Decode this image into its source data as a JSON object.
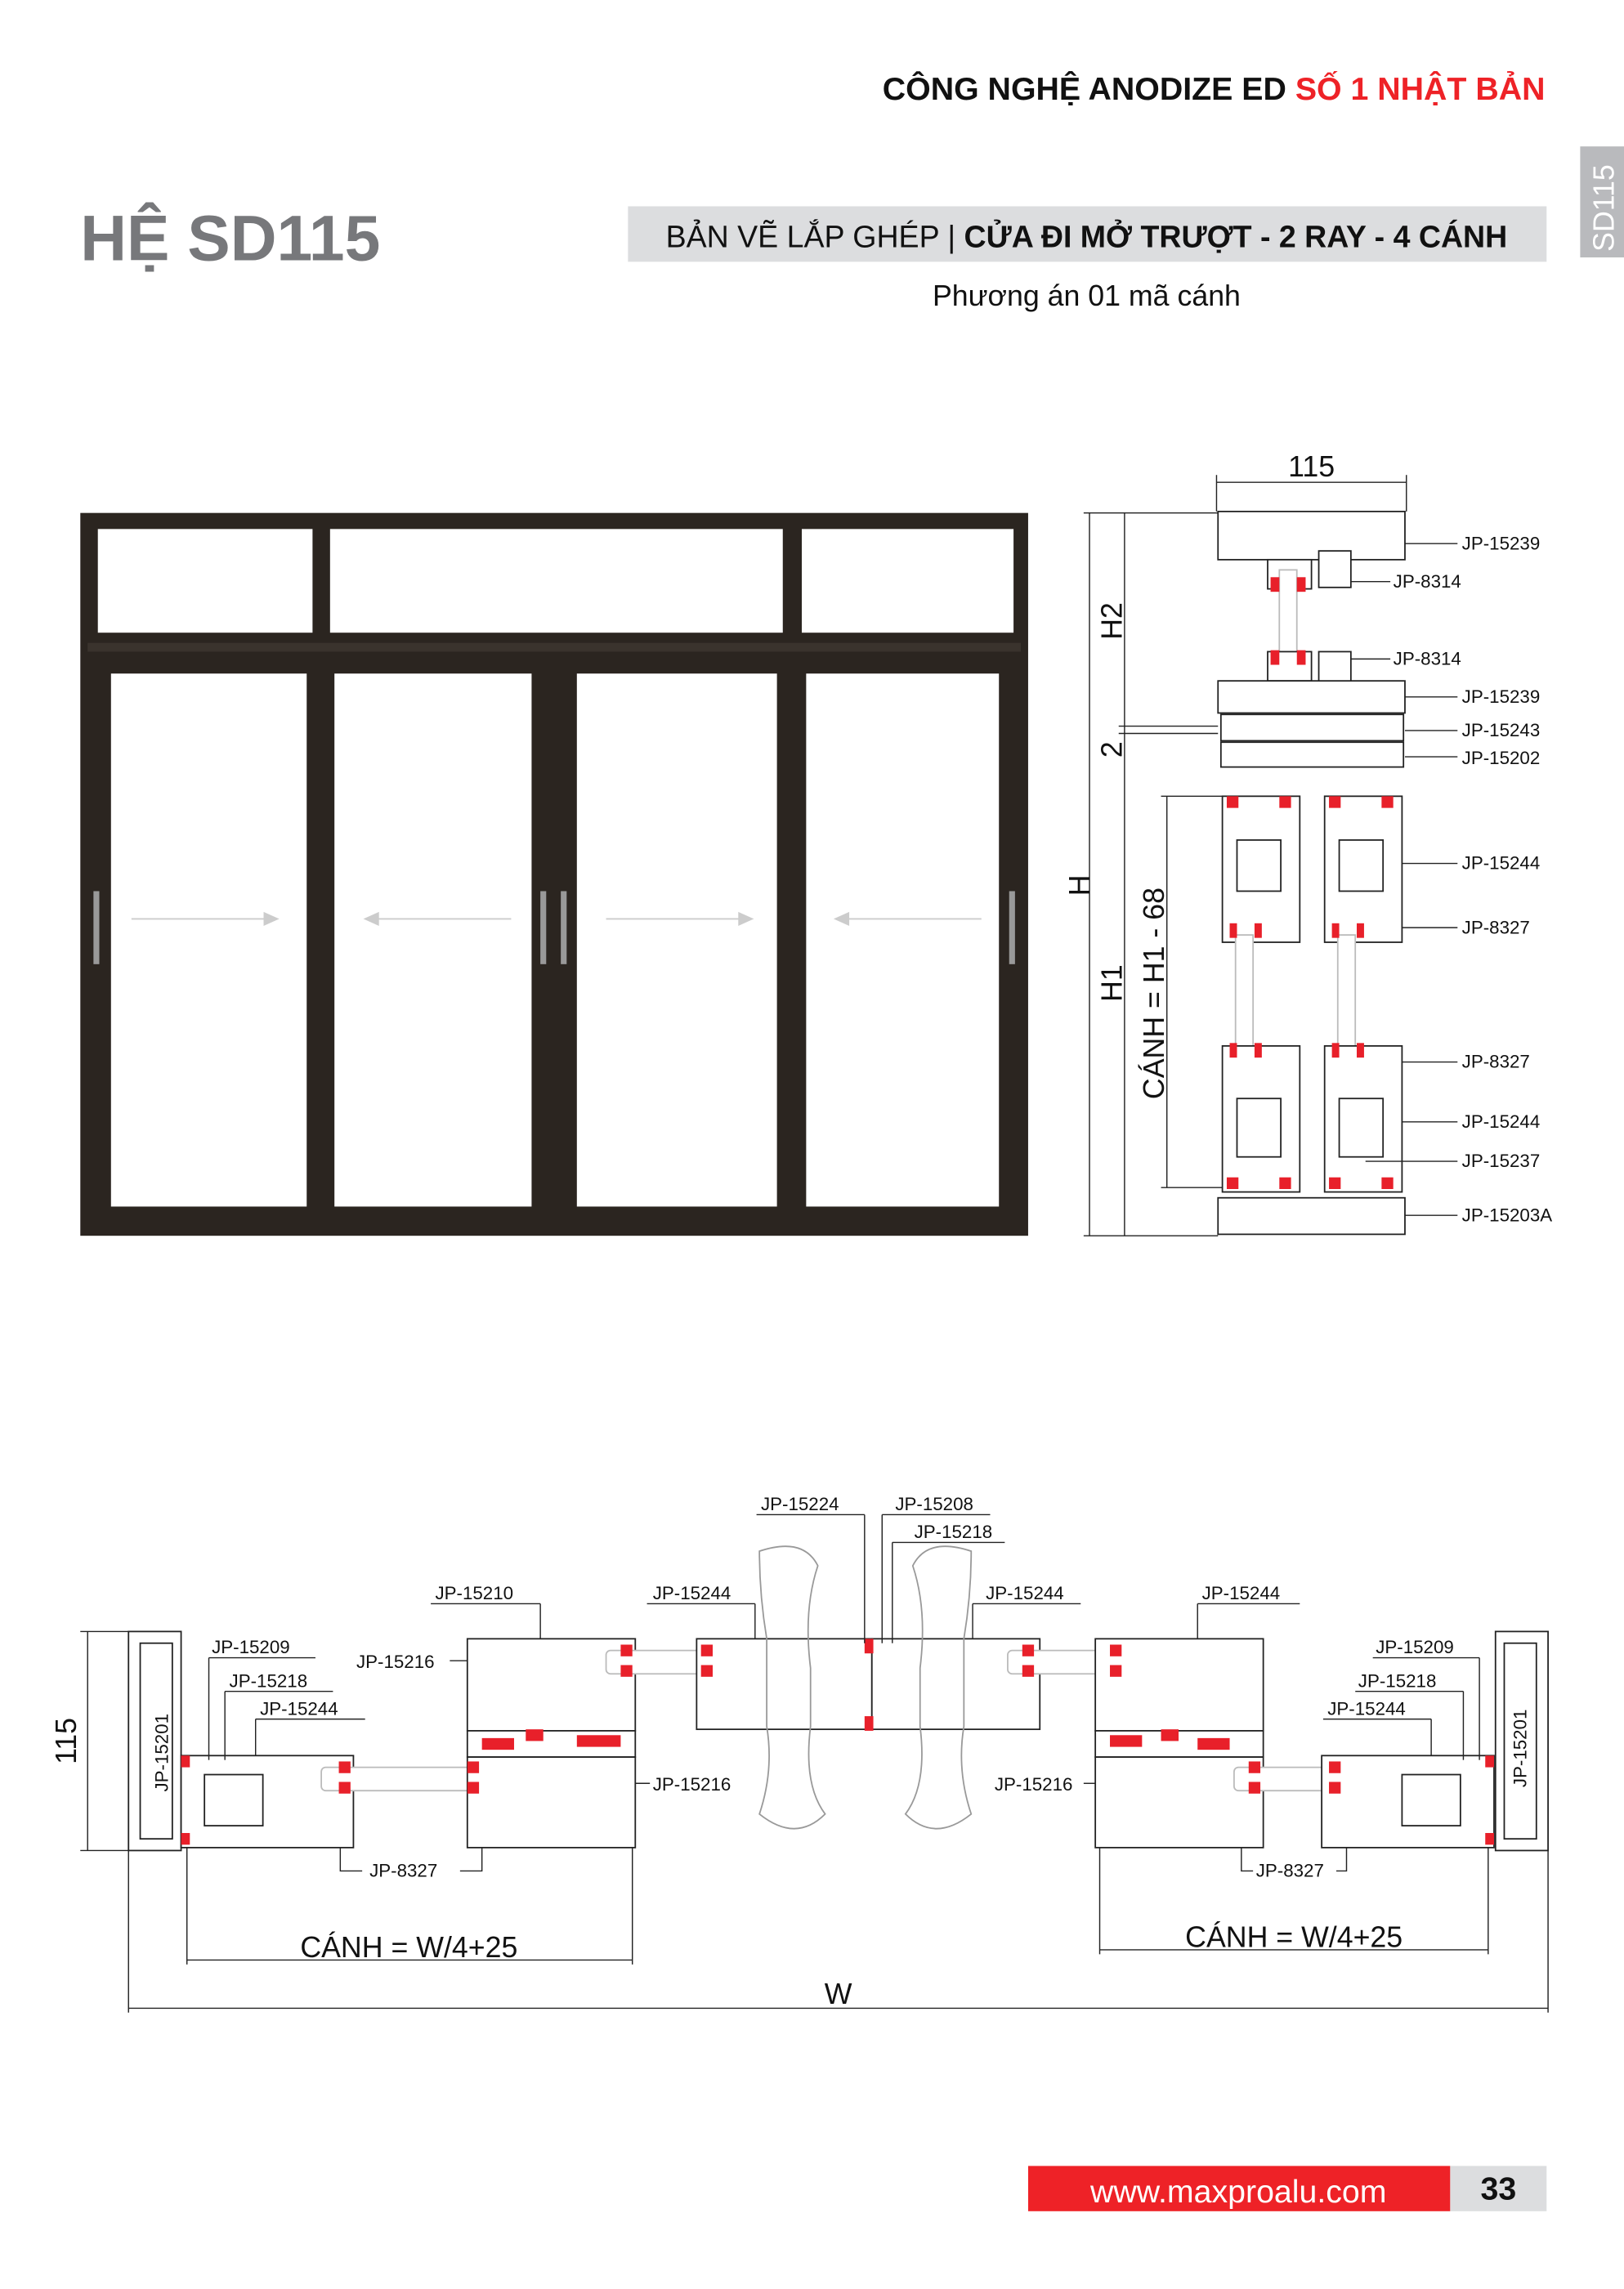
{
  "header": {
    "tagline_black": "CÔNG NGHỆ ANODIZE ED",
    "tagline_red": "SỐ 1 NHẬT BẢN",
    "system": "HỆ SD115",
    "side_tab": "SD115",
    "banner_light": "BẢN VẼ LẮP GHÉP |",
    "banner_bold": "CỬA ĐI MỞ TRƯỢT - 2 RAY - 4 CÁNH",
    "subtitle": "Phương án 01 mã cánh"
  },
  "section": {
    "width_dim": "115",
    "dim_h": "H",
    "dim_h2": "H2",
    "dim_2": "2",
    "dim_h1": "H1",
    "dim_sash": "CÁNH = H1 - 68",
    "labels": [
      "JP-15239",
      "JP-8314",
      "JP-8314",
      "JP-15239",
      "JP-15243",
      "JP-15202",
      "JP-15244",
      "JP-8327",
      "JP-8327",
      "JP-15244",
      "JP-15237",
      "JP-15203A"
    ]
  },
  "plan": {
    "dim_115": "115",
    "frame_left": "JP-15201",
    "frame_right": "JP-15201",
    "labels_left": [
      "JP-15209",
      "JP-15218",
      "JP-15244",
      "JP-15210",
      "JP-15216",
      "JP-15216",
      "JP-8327",
      "JP-15244"
    ],
    "labels_center": [
      "JP-15224",
      "JP-15208",
      "JP-15218"
    ],
    "labels_right": [
      "JP-15244",
      "JP-15244",
      "JP-15209",
      "JP-15218",
      "JP-15244",
      "JP-15216",
      "JP-8327"
    ],
    "sash_left": "CÁNH = W/4+25",
    "sash_right": "CÁNH = W/4+25",
    "width": "W"
  },
  "footer": {
    "website": "www.maxproalu.com",
    "page": "33"
  },
  "colors": {
    "red": "#ee2227",
    "frame": "#2b2520",
    "gray": "#dcdddf",
    "title_gray": "#77787b"
  }
}
